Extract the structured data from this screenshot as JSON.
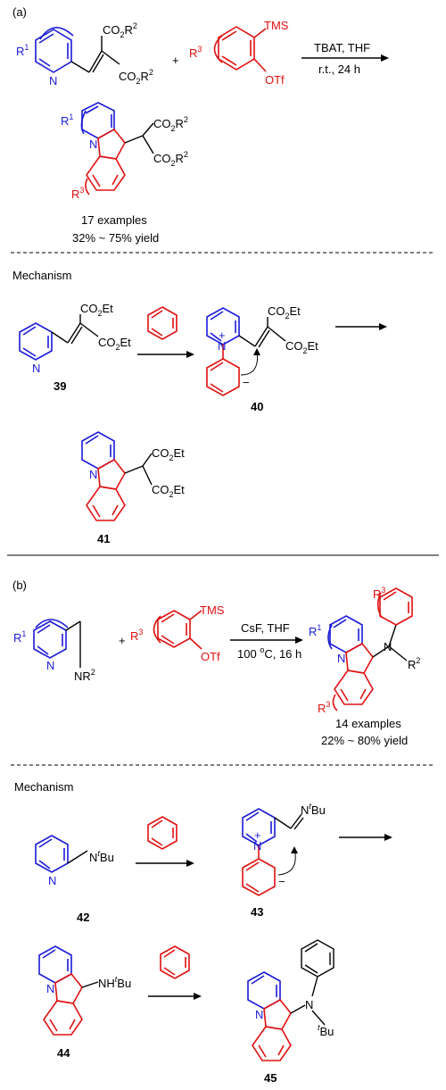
{
  "section_a": {
    "label": "(a)",
    "reagent_tms": "TMS",
    "reagent_otf": "OTf",
    "r1": "R",
    "r1_sup": "1",
    "r2_sup": "2",
    "r3": "R",
    "r3_sup": "3",
    "co2r": "CO",
    "n": "N",
    "plus": "+",
    "cond1": "TBAT, THF",
    "cond2": "r.t., 24 h",
    "examples": "17 examples",
    "yield": "32% ~ 75% yield"
  },
  "mech_a": {
    "title": "Mechanism",
    "co2et": "CO",
    "et": "Et",
    "n": "N",
    "nplus": "N",
    "plus_sign": "+",
    "minus_sign": "−",
    "c39": "39",
    "c40": "40",
    "c41": "41"
  },
  "section_b": {
    "label": "(b)",
    "tms": "TMS",
    "otf": "OTf",
    "r1": "R",
    "r1_sup": "1",
    "r3": "R",
    "r3_sup": "3",
    "nr2": "NR",
    "r2_sup": "2",
    "r2": "R",
    "n": "N",
    "plus": "+",
    "cond1": "CsF, THF",
    "cond2a": "100 ",
    "cond2_sup": "o",
    "cond2b": "C, 16 h",
    "examples": "14 examples",
    "yield": "22% ~ 80% yield"
  },
  "mech_b": {
    "title": "Mechanism",
    "n": "N",
    "t_sup": "t",
    "bu": "Bu",
    "nh": "NH",
    "plus_sign": "+",
    "minus_sign": "−",
    "c42": "42",
    "c43": "43",
    "c44": "44",
    "c45": "45"
  }
}
